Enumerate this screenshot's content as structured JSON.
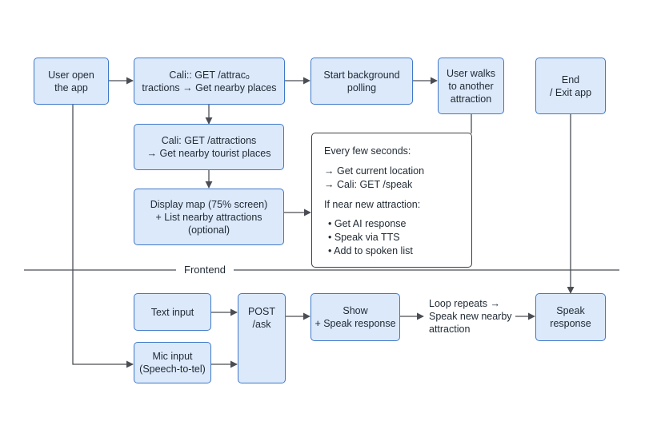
{
  "nodes": {
    "user_open": [
      "User open",
      "the app"
    ],
    "call_traction": [
      "Cali:: GET /attracₒ",
      "tractions → Get nearby places"
    ],
    "start_polling": [
      "Start background",
      "polling"
    ],
    "user_walks": [
      "User walks",
      "to another",
      "attraction"
    ],
    "end": [
      "End",
      "/ Exit app"
    ],
    "call_tourist": [
      "Cali: GET /attractions",
      "→ Get nearby tourist places"
    ],
    "display_map": [
      "Display map (75% screen)",
      "+ List nearby attractions",
      "(optional)"
    ],
    "text_input": [
      "Text input"
    ],
    "mic_input": [
      "Mic input",
      "(Speech-to-tel)"
    ],
    "post_ask": [
      "POST",
      "/ask"
    ],
    "show_speak": [
      "Show",
      "+ Speak response"
    ],
    "speak_response": [
      "Speak",
      "response"
    ]
  },
  "polling_note": {
    "heading": "Every few seconds:",
    "steps": [
      "→ Get current location",
      "→ Cali: GET /speak"
    ],
    "condition": "If near new attraction:",
    "actions": [
      "• Get AI response",
      "• Speak via TTS",
      "• Add to spoken  list"
    ]
  },
  "loop_note": [
    "Loop repeats →",
    "Speak new nearby",
    "attraction"
  ],
  "section_label": "Frontend",
  "colors": {
    "box_fill": "#dce9fb",
    "box_border": "#3f78c8",
    "line": "#4a4e54",
    "text": "#1f2933"
  }
}
